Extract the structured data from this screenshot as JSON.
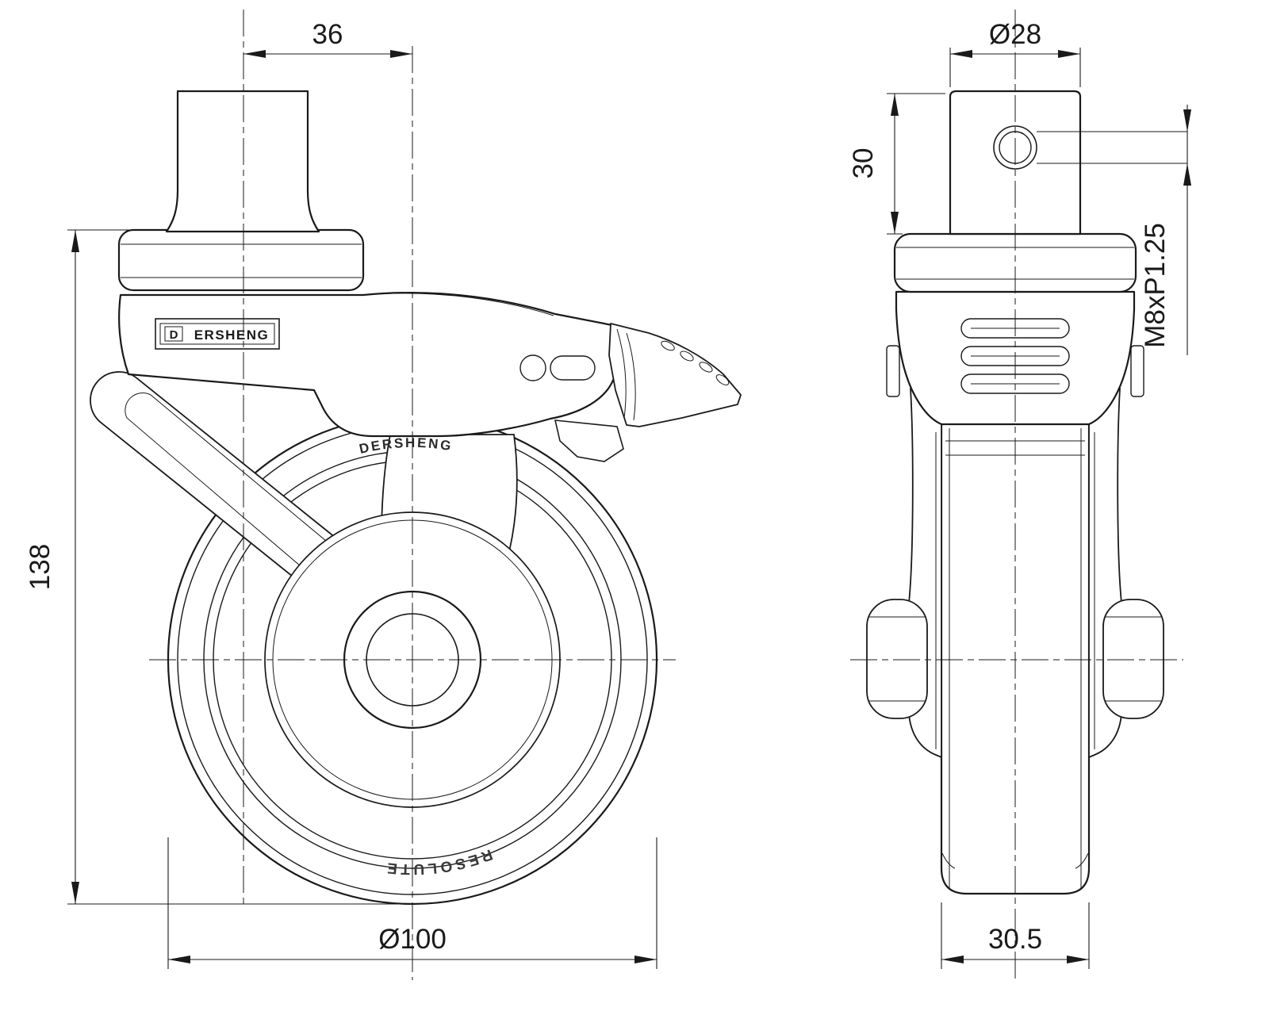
{
  "side_view": {
    "dims": {
      "swivel_offset": "36",
      "overall_height": "138",
      "wheel_diameter": "Ø100"
    },
    "brand_plate": {
      "logo": "D",
      "name": "ERSHENG"
    },
    "body_brand": "DERSHENG",
    "wheel_brand": "RESOLUTE"
  },
  "front_view": {
    "dims": {
      "stem_diameter": "Ø28",
      "stem_length": "30",
      "thread_spec": "M8xP1.25",
      "wheel_width": "30.5"
    }
  },
  "colors": {
    "line": "#1a1a1a",
    "background": "#ffffff"
  }
}
